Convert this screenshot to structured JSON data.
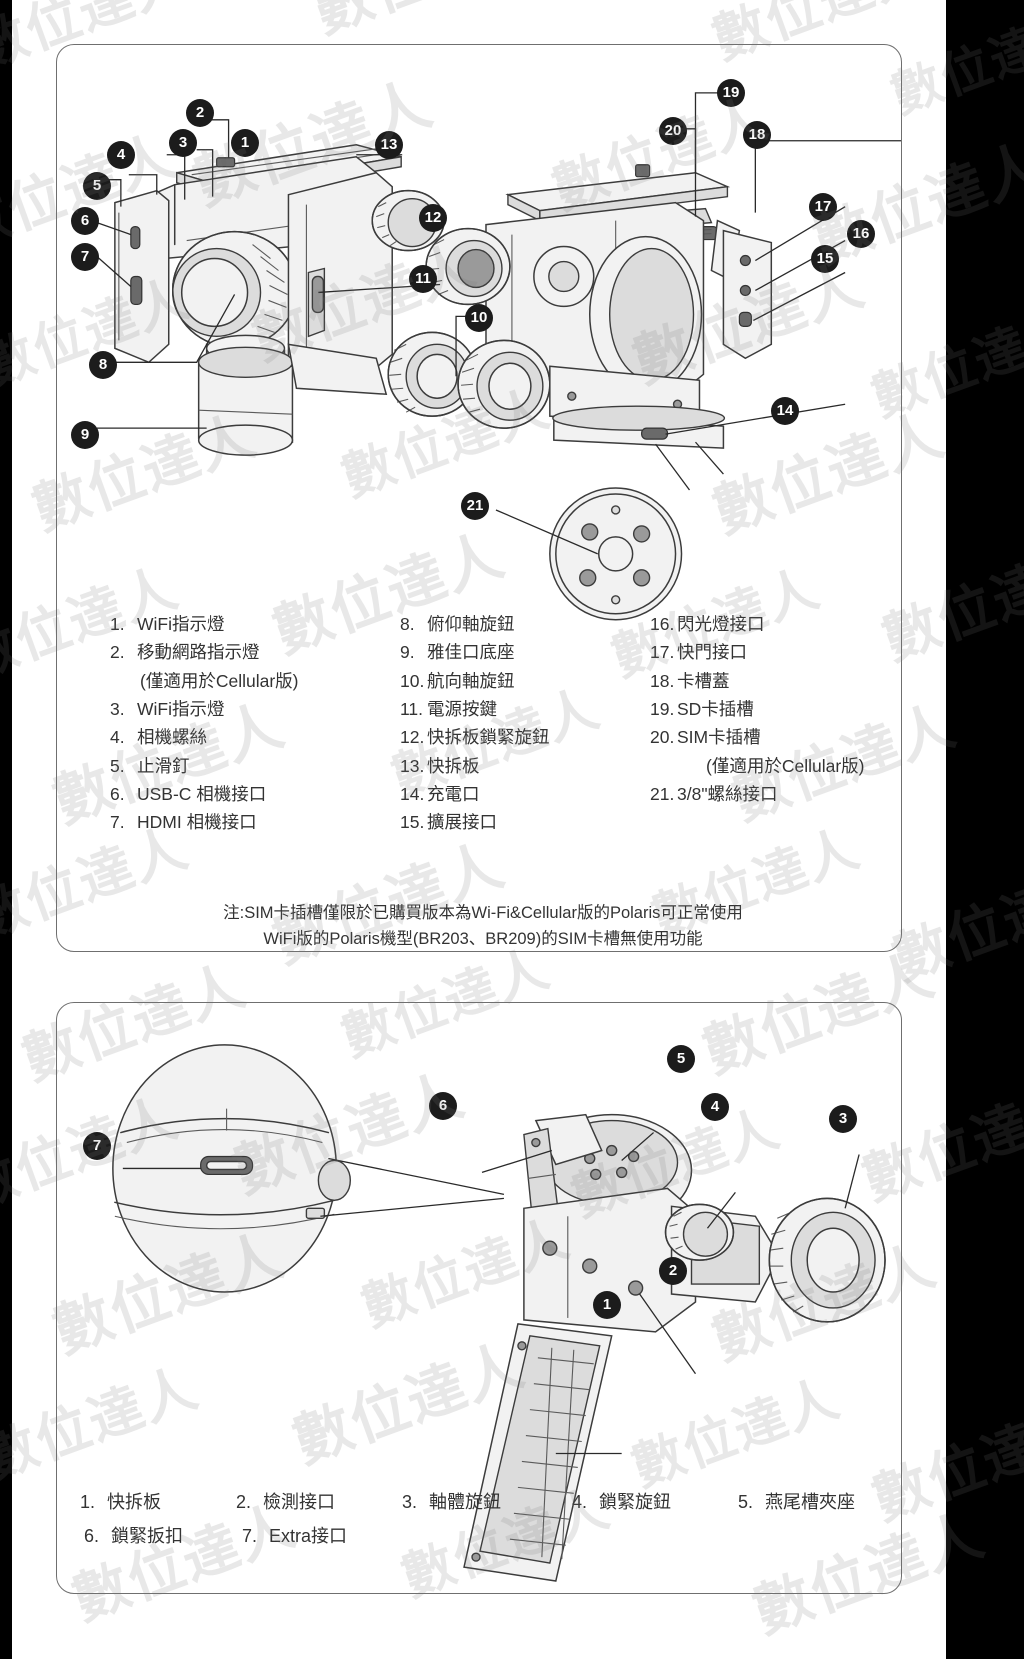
{
  "document": {
    "background_color": "#000000",
    "sheet_color": "#ffffff",
    "watermark_text": "數位達人"
  },
  "panel_top": {
    "name": "gimbal-overview-panel",
    "figure_callout_numbers": [
      "1",
      "2",
      "3",
      "4",
      "5",
      "6",
      "7",
      "8",
      "9",
      "10",
      "11",
      "12",
      "13",
      "14",
      "15",
      "16",
      "17",
      "18",
      "19",
      "20",
      "21"
    ],
    "parts_list": {
      "column1": [
        {
          "num": "1.",
          "label": "WiFi指示燈"
        },
        {
          "num": "2.",
          "label": "移動網路指示燈",
          "sub": "(僅適用於Cellular版)"
        },
        {
          "num": "3.",
          "label": "WiFi指示燈"
        },
        {
          "num": "4.",
          "label": "相機螺絲"
        },
        {
          "num": "5.",
          "label": "止滑釘"
        },
        {
          "num": "6.",
          "label": "USB-C 相機接口"
        },
        {
          "num": "7.",
          "label": "HDMI 相機接口"
        }
      ],
      "column2": [
        {
          "num": "8.",
          "label": "俯仰軸旋鈕"
        },
        {
          "num": "9.",
          "label": "雅佳口底座"
        },
        {
          "num": "10.",
          "label": "航向軸旋鈕"
        },
        {
          "num": "11.",
          "label": "電源按鍵"
        },
        {
          "num": "12.",
          "label": "快拆板鎖緊旋鈕"
        },
        {
          "num": "13.",
          "label": "快拆板"
        },
        {
          "num": "14.",
          "label": "充電口"
        },
        {
          "num": "15.",
          "label": "擴展接口"
        }
      ],
      "column3": [
        {
          "num": "16.",
          "label": "閃光燈接口"
        },
        {
          "num": "17.",
          "label": "快門接口"
        },
        {
          "num": "18.",
          "label": "卡槽蓋"
        },
        {
          "num": "19.",
          "label": "SD卡插槽"
        },
        {
          "num": "20.",
          "label": "SIM卡插槽",
          "sub": "(僅適用於Cellular版)"
        },
        {
          "num": "21.",
          "label": "3/8\"螺絲接口"
        }
      ]
    },
    "note": {
      "line1": "注:SIM卡插槽僅限於已購買版本為Wi-Fi&Cellular版的Polaris可正常使用",
      "line2": "WiFi版的Polaris機型(BR203、BR209)的SIM卡槽無使用功能"
    }
  },
  "panel_bottom": {
    "name": "handle-quick-release-panel",
    "figure_callout_numbers": [
      "1",
      "2",
      "3",
      "4",
      "5",
      "6",
      "7"
    ],
    "parts_row1": [
      {
        "num": "1.",
        "label": "快拆板"
      },
      {
        "num": "2.",
        "label": "檢測接口"
      },
      {
        "num": "3.",
        "label": "軸體旋鈕"
      },
      {
        "num": "4.",
        "label": "鎖緊旋鈕"
      },
      {
        "num": "5.",
        "label": "燕尾槽夾座"
      }
    ],
    "parts_row2": [
      {
        "num": "6.",
        "label": "鎖緊扳扣"
      },
      {
        "num": "7.",
        "label": "Extra接口"
      }
    ]
  }
}
